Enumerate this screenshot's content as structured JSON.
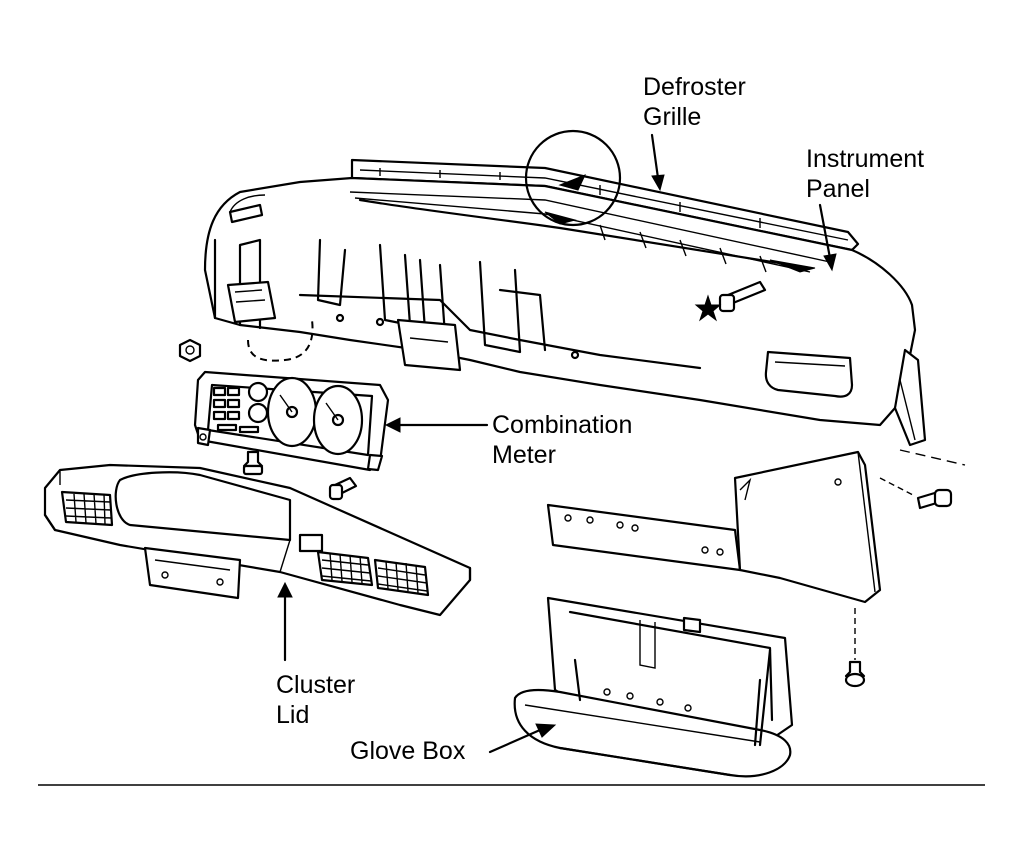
{
  "diagram": {
    "labels": {
      "defroster_grille": [
        "Defroster",
        "Grille"
      ],
      "instrument_panel": [
        "Instrument",
        "Panel"
      ],
      "combination_meter": [
        "Combination",
        "Meter"
      ],
      "cluster_lid": [
        "Cluster",
        "Lid"
      ],
      "glove_box": "Glove Box"
    }
  }
}
